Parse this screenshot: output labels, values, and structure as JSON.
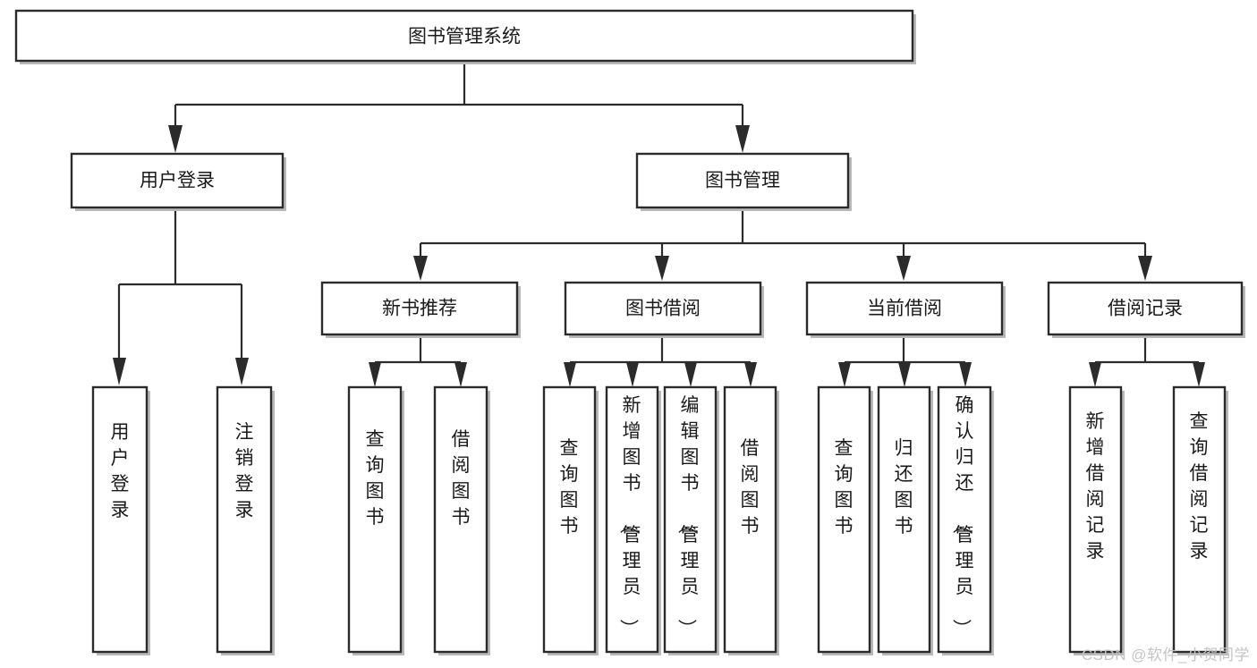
{
  "diagram": {
    "type": "tree-hierarchy-chart",
    "title": "图书管理系统",
    "watermark": "CSDN @软件_小贺同学",
    "colors": {
      "box_stroke": "#2b2b2b",
      "box_fill": "#ffffff",
      "text": "#1a1a1a",
      "shadow": "#b9b9b9",
      "watermark": "#c4c4c4",
      "background": "#ffffff"
    },
    "nodes": {
      "root": {
        "label": "图书管理系统"
      },
      "level1": [
        {
          "label": "用户登录"
        },
        {
          "label": "图书管理"
        }
      ],
      "level2": [
        {
          "label": "新书推荐"
        },
        {
          "label": "图书借阅"
        },
        {
          "label": "当前借阅"
        },
        {
          "label": "借阅记录"
        }
      ],
      "leaves_user_login": [
        {
          "label": "用户登录"
        },
        {
          "label": "注销登录"
        }
      ],
      "leaves_new_book": [
        {
          "label": "查询图书"
        },
        {
          "label": "借阅图书"
        }
      ],
      "leaves_borrow": [
        {
          "label": "查询图书"
        },
        {
          "label": "新增图书（管理员）"
        },
        {
          "label": "编辑图书（管理员）"
        },
        {
          "label": "借阅图书"
        }
      ],
      "leaves_current": [
        {
          "label": "查询图书"
        },
        {
          "label": "归还图书"
        },
        {
          "label": "确认归还（管理员）"
        }
      ],
      "leaves_record": [
        {
          "label": "新增借阅记录"
        },
        {
          "label": "查询借阅记录"
        }
      ]
    }
  }
}
